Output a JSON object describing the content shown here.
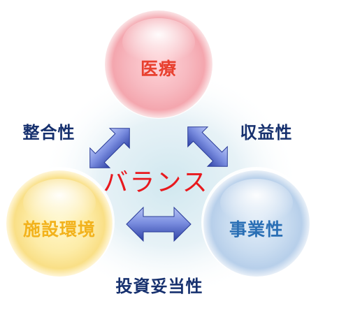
{
  "diagram": {
    "nodes": {
      "medical": {
        "label": "医療",
        "color": "#e8402f"
      },
      "facility": {
        "label": "施設環境",
        "color": "#f2b21c"
      },
      "business": {
        "label": "事業性",
        "color": "#2a6fb5"
      }
    },
    "edges": {
      "integrity": {
        "label": "整合性",
        "color": "#16306e"
      },
      "profitability": {
        "label": "収益性",
        "color": "#16306e"
      },
      "investment": {
        "label": "投資妥当性",
        "color": "#16306e"
      }
    },
    "center": {
      "label": "バランス",
      "color": "#e8191e"
    },
    "colors": {
      "arrow_light": "#9fb0f2",
      "arrow_dark": "#2c3fa3",
      "glow": "#cfe6ee"
    }
  }
}
